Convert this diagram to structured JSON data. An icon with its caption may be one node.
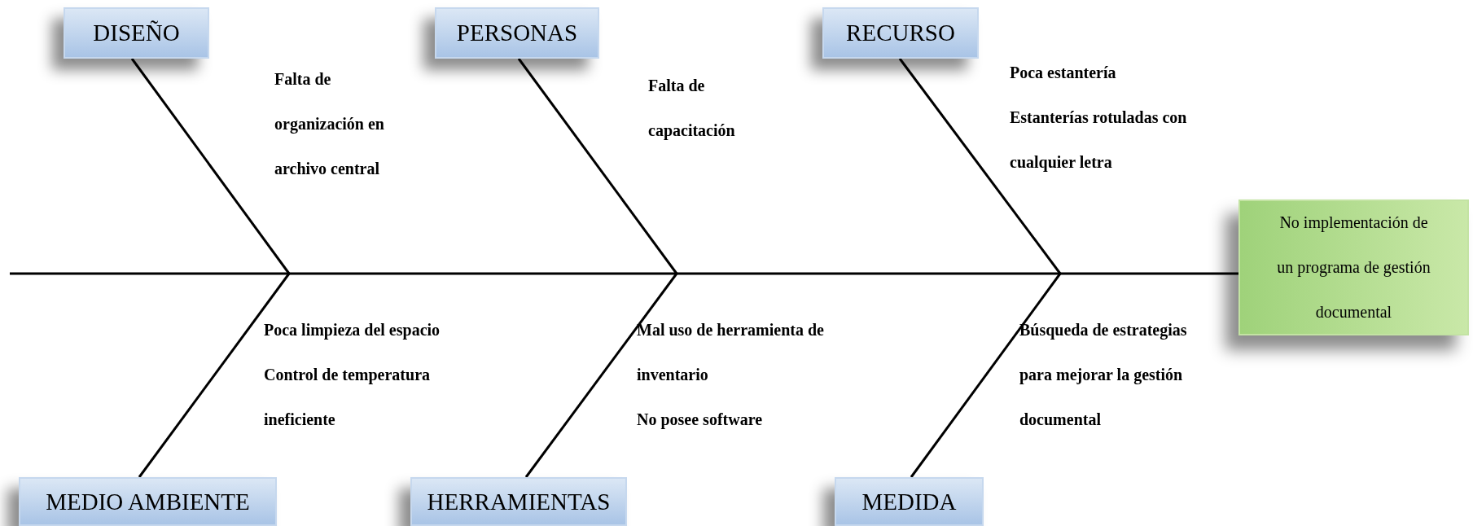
{
  "diagram": {
    "nodes": [
      {
        "text": [
          "DISEÑO"
        ]
      },
      {
        "text": [
          "PERSONAS"
        ]
      },
      {
        "text": [
          "RECURSO"
        ]
      },
      {
        "text": [
          "No implementación de un programa de gestión documental"
        ]
      },
      {
        "text": [
          "MEDIO AMBIENTE"
        ]
      },
      {
        "text": [
          "HERRAMIENTAS"
        ]
      },
      {
        "text": [
          "MEDIDA"
        ]
      }
    ],
    "edges": [
      {
        "from": null,
        "to": 3,
        "arrow": "none"
      },
      {
        "from": 0,
        "to": null,
        "arrow": "none"
      },
      {
        "from": 1,
        "to": null,
        "arrow": "none"
      },
      {
        "from": 2,
        "to": null,
        "arrow": "none"
      },
      {
        "from": 4,
        "to": null,
        "arrow": "none"
      },
      {
        "from": 5,
        "to": null,
        "arrow": "none"
      },
      {
        "from": 6,
        "to": null,
        "arrow": "none"
      }
    ],
    "labels": [
      "Falta de organización en archivo central",
      "Falta de capacitación",
      "Poca estantería",
      "Estanterías rotuladas con cualquier letra",
      "Poca limpieza del espacio",
      "Control de temperatura ineficiente",
      "Mal uso de herramienta de inventario",
      "No posee software",
      "Búsqueda de estrategias para mejorar la gestión documental"
    ]
  }
}
